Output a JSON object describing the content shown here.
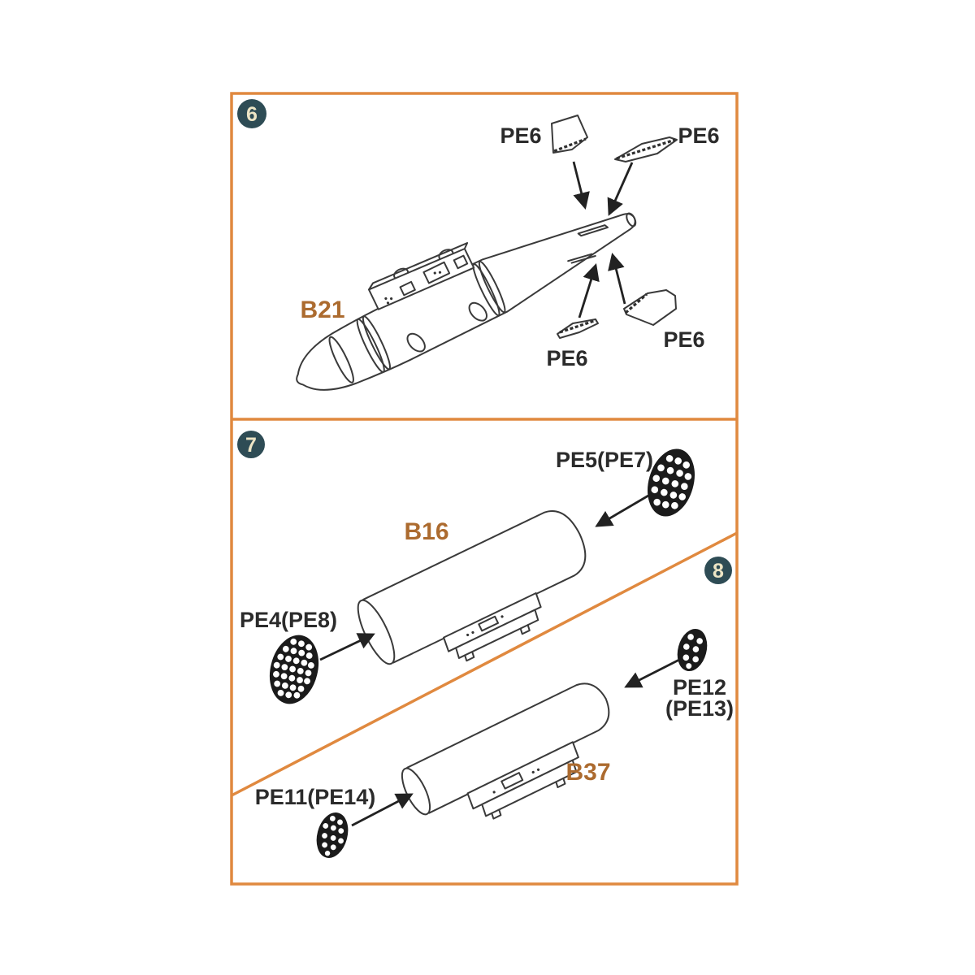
{
  "sheet": {
    "background": "#ffffff",
    "frame_color": "#E0893F",
    "badge_color": "#2E4C55",
    "badge_text_color": "#EDE5C5",
    "part_number_color": "#AC6B2F",
    "label_color": "#2B2B2B"
  },
  "step6": {
    "number": "6",
    "body_label": "B21",
    "fin_top_left": "PE6",
    "fin_top_right": "PE6",
    "fin_bottom_left": "PE6",
    "fin_bottom_right": "PE6"
  },
  "step7": {
    "number": "7",
    "body_label": "B16",
    "rear_disc_label": "PE5(PE7)",
    "front_disc_label": "PE4(PE8)"
  },
  "step8": {
    "number": "8",
    "body_label": "B37",
    "rear_disc_label_line1": "PE12",
    "rear_disc_label_line2": "(PE13)",
    "front_disc_label": "PE11(PE14)"
  }
}
